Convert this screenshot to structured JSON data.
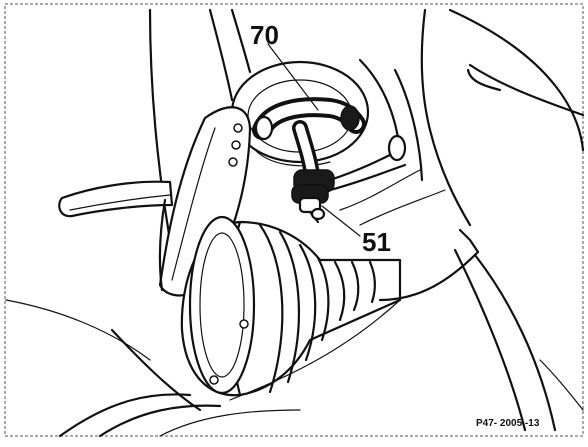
{
  "figure": {
    "reference": "P47- 2005 -13",
    "callouts": [
      {
        "number": "70"
      },
      {
        "number": "51"
      }
    ]
  }
}
